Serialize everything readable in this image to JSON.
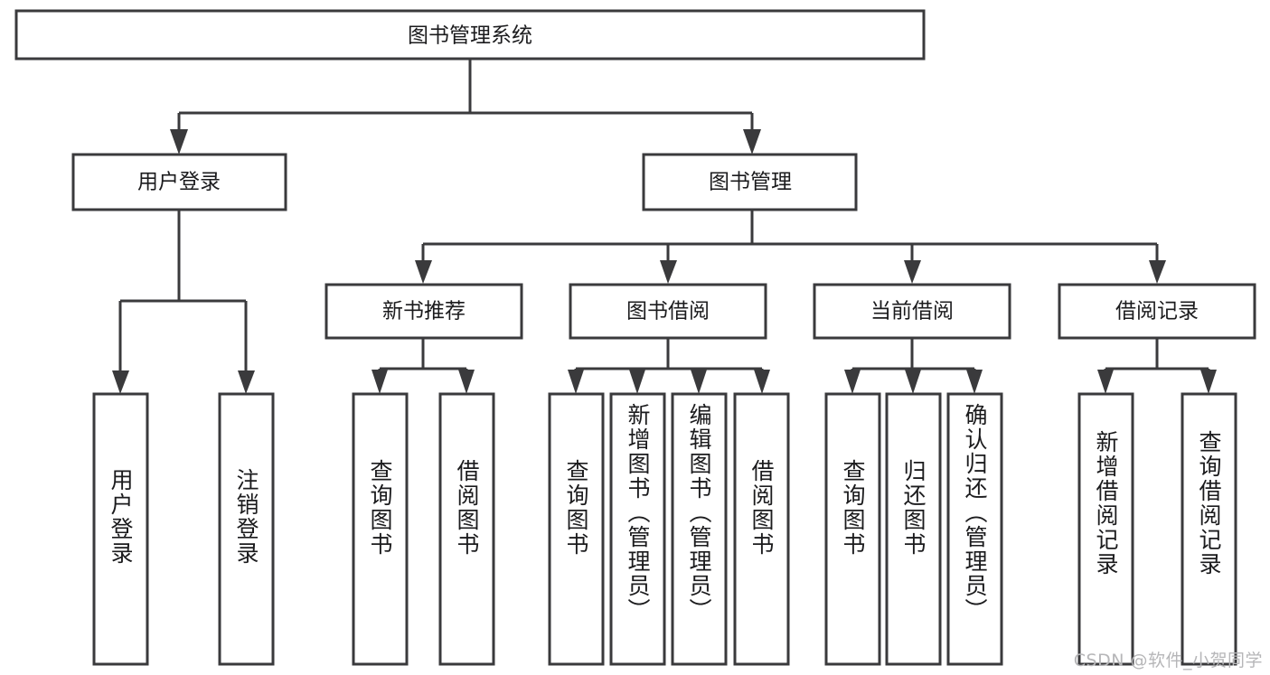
{
  "diagram": {
    "title": "图书管理系统",
    "type": "tree-hierarchy-chart",
    "watermark": "CSDN @软件_小贺同学",
    "colors": {
      "box_stroke": "#3a3a3c",
      "box_fill": "#ffffff",
      "text": "#1b1b1d",
      "background": "#ffffff",
      "watermark": "#b6b6b8"
    },
    "levels": [
      {
        "level": 1,
        "nodes": [
          {
            "id": "root",
            "label": "图书管理系统",
            "orientation": "horizontal"
          }
        ]
      },
      {
        "level": 2,
        "nodes": [
          {
            "id": "login",
            "label": "用户登录",
            "orientation": "horizontal",
            "parent": "root"
          },
          {
            "id": "bookmgmt",
            "label": "图书管理",
            "orientation": "horizontal",
            "parent": "root"
          }
        ]
      },
      {
        "level": 3,
        "nodes": [
          {
            "id": "newbook",
            "label": "新书推荐",
            "orientation": "horizontal",
            "parent": "bookmgmt"
          },
          {
            "id": "borrow",
            "label": "图书借阅",
            "orientation": "horizontal",
            "parent": "bookmgmt"
          },
          {
            "id": "current",
            "label": "当前借阅",
            "orientation": "horizontal",
            "parent": "bookmgmt"
          },
          {
            "id": "records",
            "label": "借阅记录",
            "orientation": "horizontal",
            "parent": "bookmgmt"
          }
        ]
      },
      {
        "level": 4,
        "nodes": [
          {
            "id": "leaf-user-login",
            "label": "用户登录",
            "orientation": "vertical",
            "parent": "login"
          },
          {
            "id": "leaf-user-logout",
            "label": "注销登录",
            "orientation": "vertical",
            "parent": "login"
          },
          {
            "id": "leaf-query-book-1",
            "label": "查询图书",
            "orientation": "vertical",
            "parent": "newbook"
          },
          {
            "id": "leaf-borrow-book-1",
            "label": "借阅图书",
            "orientation": "vertical",
            "parent": "newbook"
          },
          {
            "id": "leaf-query-book-2",
            "label": "查询图书",
            "orientation": "vertical",
            "parent": "borrow"
          },
          {
            "id": "leaf-add-book",
            "label": "新增图书（管理员）",
            "orientation": "vertical",
            "parent": "borrow"
          },
          {
            "id": "leaf-edit-book",
            "label": "编辑图书（管理员）",
            "orientation": "vertical",
            "parent": "borrow"
          },
          {
            "id": "leaf-borrow-book-2",
            "label": "借阅图书",
            "orientation": "vertical",
            "parent": "borrow"
          },
          {
            "id": "leaf-query-book-3",
            "label": "查询图书",
            "orientation": "vertical",
            "parent": "current"
          },
          {
            "id": "leaf-return-book",
            "label": "归还图书",
            "orientation": "vertical",
            "parent": "current"
          },
          {
            "id": "leaf-confirm-return",
            "label": "确认归还（管理员）",
            "orientation": "vertical",
            "parent": "current"
          },
          {
            "id": "leaf-add-record",
            "label": "新增借阅记录",
            "orientation": "vertical",
            "parent": "records"
          },
          {
            "id": "leaf-query-record",
            "label": "查询借阅记录",
            "orientation": "vertical",
            "parent": "records"
          }
        ]
      }
    ]
  }
}
